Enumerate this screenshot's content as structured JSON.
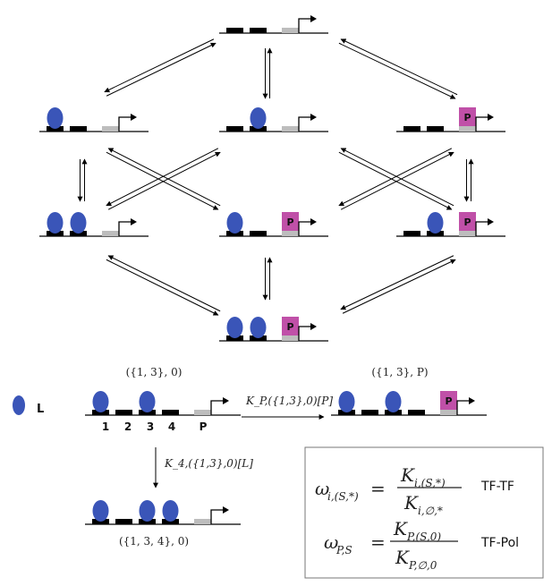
{
  "colors": {
    "tf": "#3a55b8",
    "pol": "#c050a8",
    "site": "#000000",
    "promoter": "#bdbdbd",
    "arrow": "#000000",
    "box_border": "#777777"
  },
  "pol_label": "P",
  "legend": {
    "ligand_label": "L"
  },
  "example": {
    "site_labels": [
      "1",
      "2",
      "3",
      "4",
      "P"
    ],
    "state_a": "({1, 3}, 0)",
    "state_b": "({1, 3}, P)",
    "state_c": "({1, 3, 4}, 0)",
    "rate_pol": "K_P,({1,3},0)[P]",
    "rate_tf": "K_4,({1,3},0)[L]"
  },
  "formula_box": {
    "tf_tf_label": "TF-TF",
    "tf_pol_label": "TF-Pol"
  }
}
